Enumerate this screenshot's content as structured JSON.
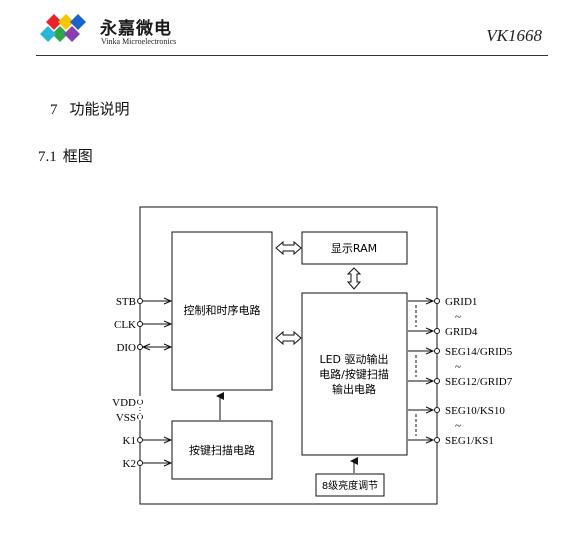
{
  "header": {
    "brand_cn": "永嘉微电",
    "brand_en": "Vinka Microelectronics",
    "doc_id": "VK1668"
  },
  "section": {
    "number": "7",
    "title": "功能说明"
  },
  "subsection": {
    "number": "7.1",
    "title": "框图"
  },
  "diagram": {
    "blocks": {
      "control": "控制和时序电路",
      "ram": "显示RAM",
      "driver_lines": [
        "LED 驱动输出",
        "电路/按键扫描",
        "输出电路"
      ],
      "key_scan": "按键扫描电路",
      "brightness": "8级亮度调节"
    },
    "left_pins": [
      "STB",
      "CLK",
      "DIO",
      "VDD",
      "VSS",
      "K1",
      "K2"
    ],
    "right_pins": [
      "GRID1",
      "GRID4",
      "SEG14/GRID5",
      "SEG12/GRID7",
      "SEG10/KS10",
      "SEG1/KS1"
    ],
    "tilde": "~"
  },
  "colors": {
    "line": "#111111",
    "logo_red": "#e8242b",
    "logo_yellow": "#f5c500",
    "logo_blue": "#1a63c8",
    "logo_green": "#2aa84a",
    "logo_purple": "#8a3fb0",
    "logo_cyan": "#2bb5d8"
  }
}
